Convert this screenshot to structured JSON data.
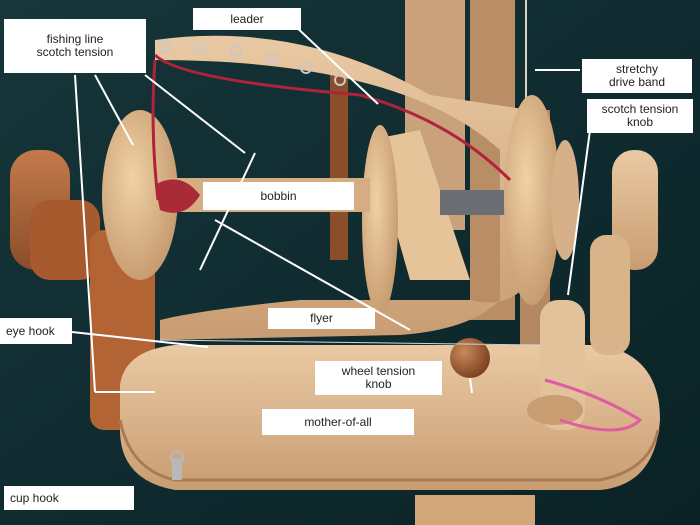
{
  "labels": {
    "leader": "leader",
    "fishing_line_scotch_tension": "fishing line\nscotch tension",
    "stretchy_drive_band": "stretchy\ndrive band",
    "scotch_tension_knob": "scotch tension\nknob",
    "bobbin": "bobbin",
    "eye_hook": "eye hook",
    "flyer": "flyer",
    "wheel_tension_knob": "wheel tension\nknob",
    "mother_of_all": "mother-of-all",
    "cup_hook": "cup hook"
  }
}
